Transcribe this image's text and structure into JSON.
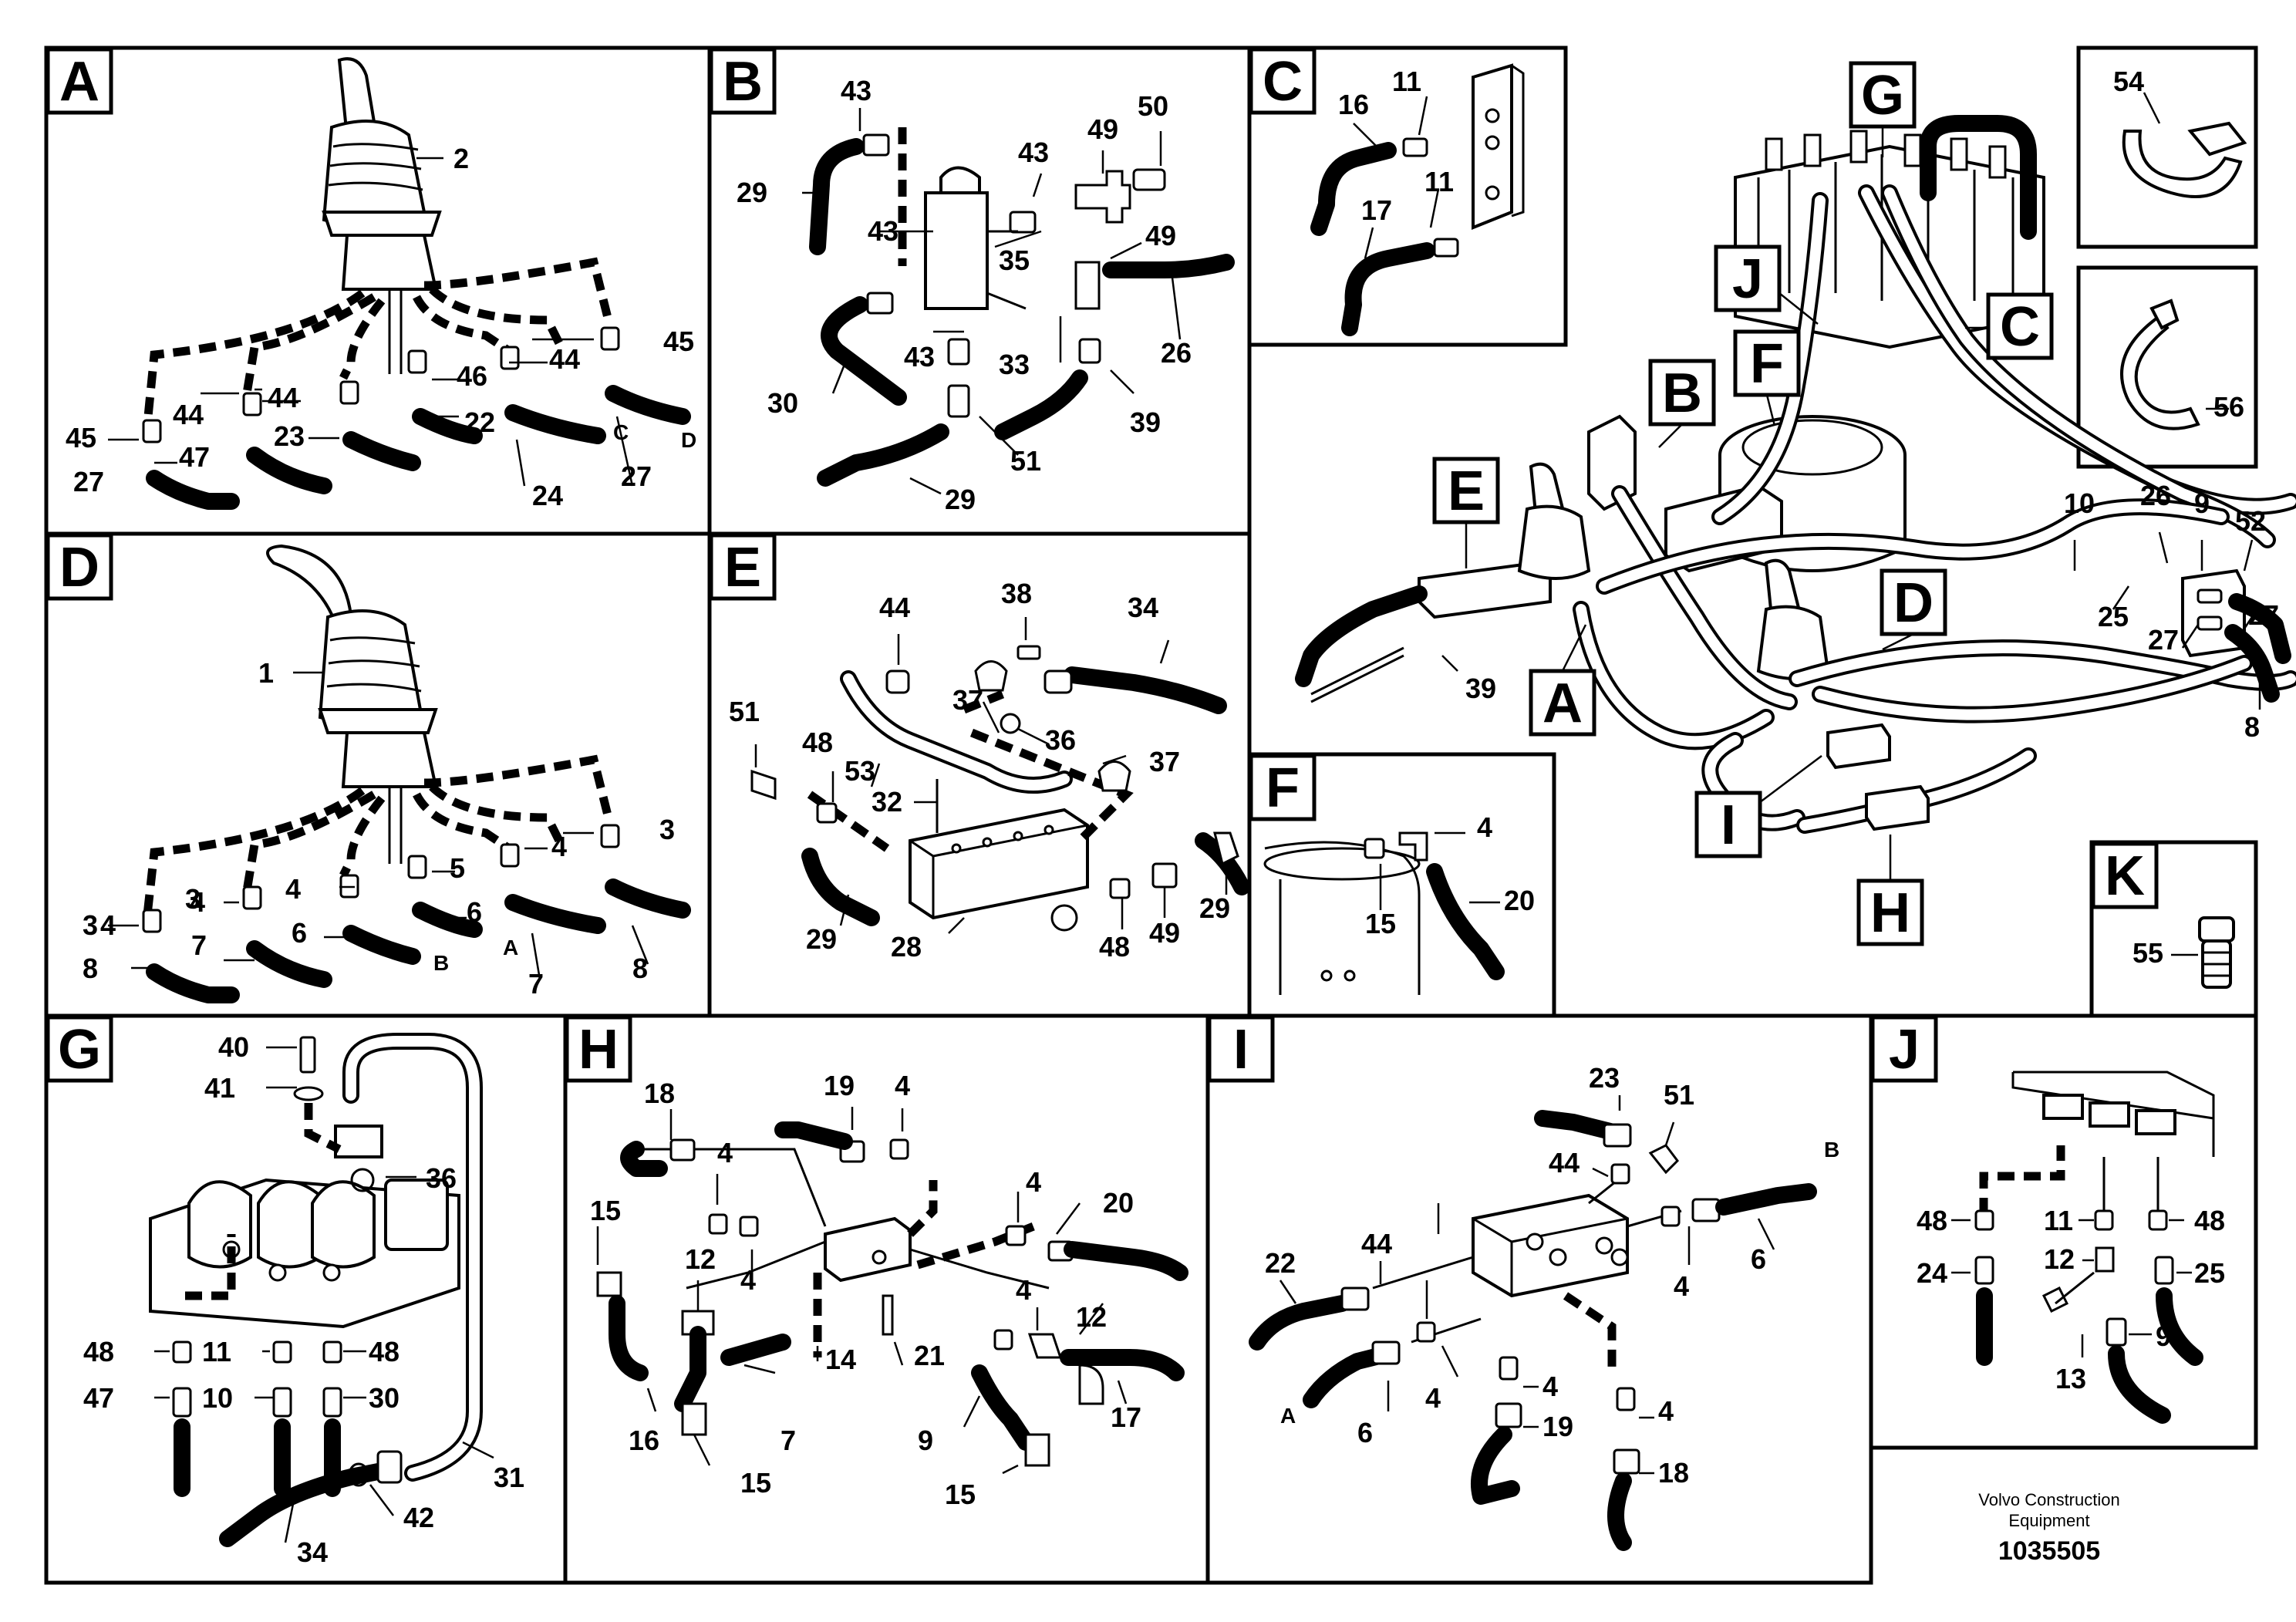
{
  "panels": {
    "A": {
      "letter": "A",
      "labels": [
        "2",
        "45",
        "44",
        "46",
        "22",
        "45",
        "44",
        "23",
        "44",
        "47",
        "24",
        "27",
        "27"
      ],
      "letters": [
        "C",
        "D"
      ]
    },
    "B": {
      "letter": "B",
      "labels": [
        "43",
        "50",
        "43",
        "49",
        "29",
        "43",
        "35",
        "49",
        "26",
        "33",
        "43",
        "30",
        "39",
        "51",
        "29"
      ]
    },
    "C": {
      "letter": "C",
      "labels": [
        "16",
        "11",
        "11",
        "17"
      ]
    },
    "D": {
      "letter": "D",
      "labels": [
        "1",
        "3",
        "4",
        "5",
        "4",
        "3",
        "3",
        "4",
        "4",
        "6",
        "6",
        "7",
        "7",
        "8",
        "8"
      ],
      "letters": [
        "B",
        "A"
      ]
    },
    "E": {
      "letter": "E",
      "labels": [
        "44",
        "38",
        "34",
        "51",
        "48",
        "37",
        "36",
        "37",
        "53",
        "32",
        "29",
        "28",
        "48",
        "49",
        "29"
      ]
    },
    "F": {
      "letter": "F",
      "labels": [
        "15",
        "4",
        "20"
      ]
    },
    "G": {
      "letter": "G",
      "labels": [
        "40",
        "41",
        "36",
        "48",
        "11",
        "48",
        "47",
        "10",
        "30",
        "31",
        "42",
        "34"
      ]
    },
    "H": {
      "letter": "H",
      "labels": [
        "19",
        "4",
        "18",
        "4",
        "15",
        "12",
        "4",
        "4",
        "20",
        "14",
        "21",
        "4",
        "12",
        "16",
        "7",
        "9",
        "17",
        "15",
        "15"
      ]
    },
    "I": {
      "letter": "I",
      "labels": [
        "23",
        "51",
        "44",
        "44",
        "22",
        "4",
        "6",
        "4",
        "4",
        "6",
        "4",
        "19",
        "18"
      ],
      "letters": [
        "B",
        "A"
      ]
    },
    "J": {
      "letter": "J",
      "labels": [
        "48",
        "11",
        "48",
        "24",
        "12",
        "25",
        "13",
        "9"
      ]
    },
    "K": {
      "letter": "K",
      "labels": [
        "55"
      ]
    },
    "P54": {
      "labels": [
        "54"
      ]
    },
    "P56": {
      "labels": [
        "56"
      ]
    }
  },
  "overview": {
    "tags": [
      "G",
      "J",
      "C",
      "B",
      "F",
      "E",
      "D",
      "A",
      "I",
      "H"
    ],
    "labels": [
      "10",
      "26",
      "9",
      "52",
      "25",
      "27",
      "27",
      "8",
      "39"
    ]
  },
  "footer": {
    "brand_line1": "Volvo Construction",
    "brand_line2": "Equipment",
    "drawing_number": "1035505"
  }
}
